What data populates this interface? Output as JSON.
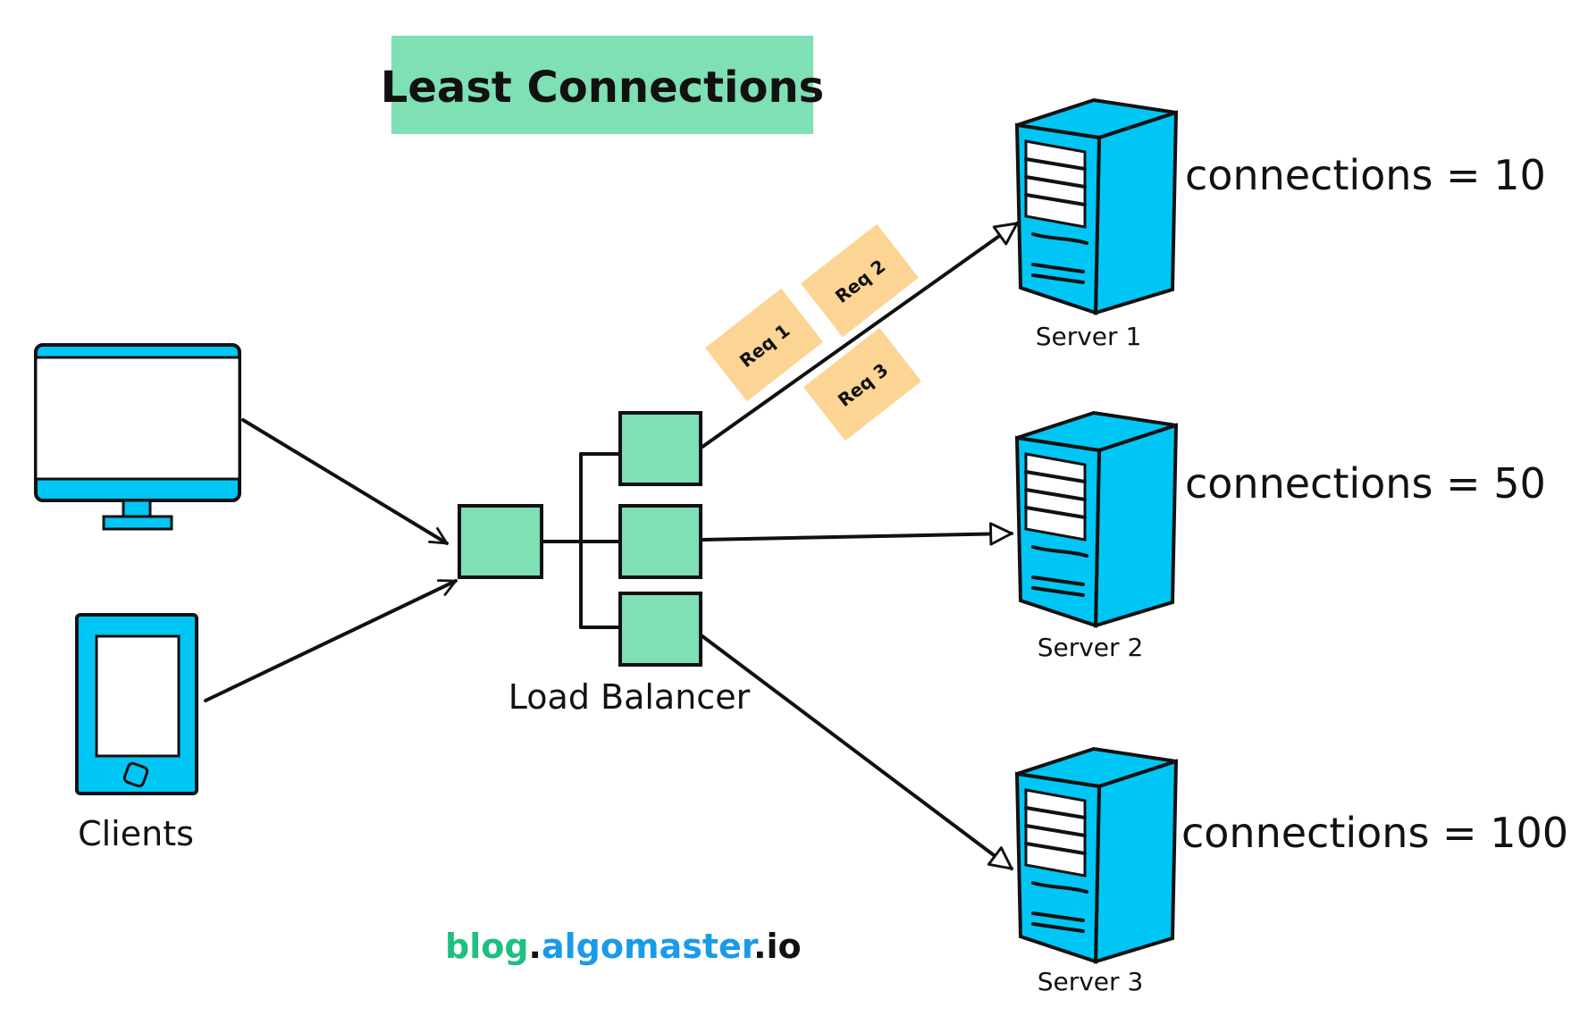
{
  "title": "Least Connections",
  "clients_label": "Clients",
  "load_balancer_label": "Load Balancer",
  "requests": [
    "Req 1",
    "Req 2",
    "Req 3"
  ],
  "servers": [
    {
      "label": "Server 1",
      "connections": "connections = 10"
    },
    {
      "label": "Server 2",
      "connections": "connections = 50"
    },
    {
      "label": "Server 3",
      "connections": "connections = 100"
    }
  ],
  "credit": {
    "part1": "blog",
    "dot1": ".",
    "part2": "algomaster",
    "dot2": ".",
    "part3": "io"
  },
  "colors": {
    "title_bg": "#7fdfb5",
    "lb_box": "#7fdfb5",
    "server": "#00c6f5",
    "device": "#00c6f5",
    "request_note": "#fcd594",
    "credit_green": "#1fbf80",
    "credit_blue": "#1a9be8",
    "credit_dark": "#111111"
  },
  "icons": [
    "monitor-icon",
    "phone-icon",
    "server-icon"
  ]
}
